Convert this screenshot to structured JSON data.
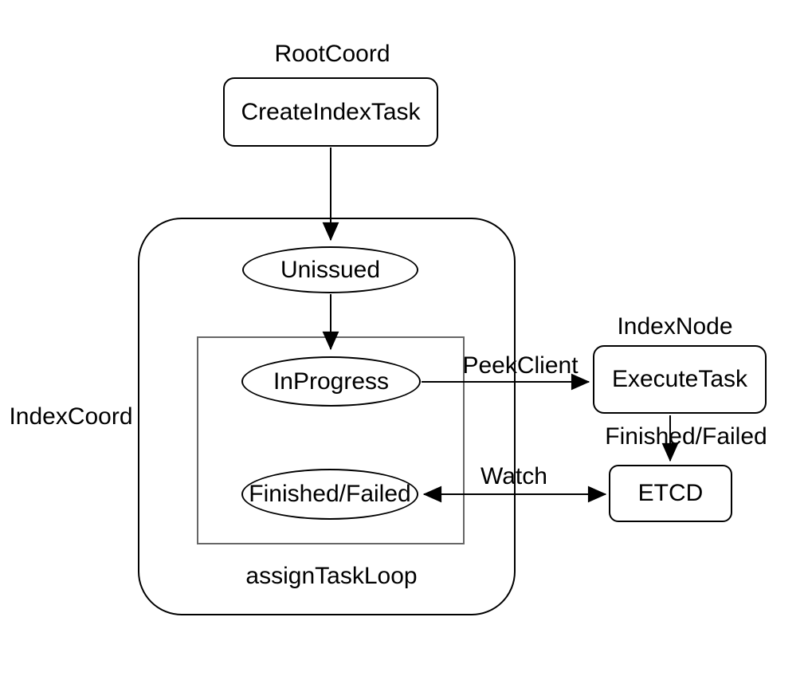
{
  "diagram": {
    "nodes": {
      "create_index_task": {
        "label": "CreateIndexTask",
        "shape": "rounded-rect"
      },
      "unissued": {
        "label": "Unissued",
        "shape": "ellipse"
      },
      "in_progress": {
        "label": "InProgress",
        "shape": "ellipse"
      },
      "finished_failed_state": {
        "label": "Finished/Failed",
        "shape": "ellipse"
      },
      "execute_task": {
        "label": "ExecuteTask",
        "shape": "rounded-rect"
      },
      "etcd": {
        "label": "ETCD",
        "shape": "rounded-rect"
      }
    },
    "group_labels": {
      "root_coord": "RootCoord",
      "index_coord": "IndexCoord",
      "index_node": "IndexNode",
      "assign_task_loop": "assignTaskLoop"
    },
    "edge_labels": {
      "peek_client": "PeekClient",
      "finished_failed": "Finished/Failed",
      "watch": "Watch"
    },
    "edges": [
      {
        "from": "create_index_task",
        "to": "unissued",
        "label": ""
      },
      {
        "from": "unissued",
        "to": "in_progress",
        "label": ""
      },
      {
        "from": "in_progress",
        "to": "execute_task",
        "label": "PeekClient"
      },
      {
        "from": "execute_task",
        "to": "etcd",
        "label": "Finished/Failed"
      },
      {
        "from": "finished_failed_state",
        "to": "etcd",
        "label": "Watch",
        "bidirectional": true
      }
    ],
    "colors": {
      "background": "#ffffff",
      "stroke": "#000000",
      "inner_loop_stroke": "#666666",
      "text": "#000000"
    }
  }
}
